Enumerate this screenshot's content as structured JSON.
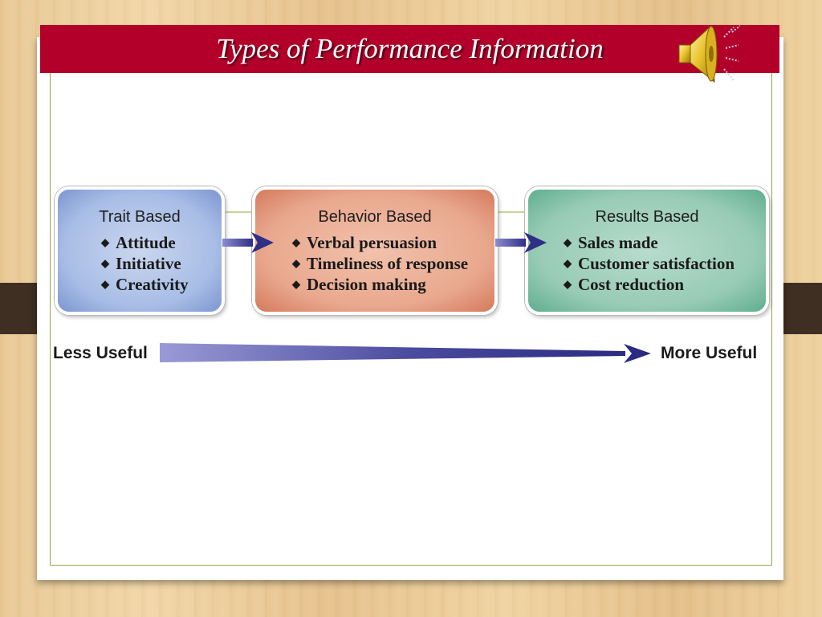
{
  "slide": {
    "title": "Types of  Performance Information"
  },
  "boxes": [
    {
      "title": "Trait Based",
      "items": [
        "Attitude",
        "Initiative",
        "Creativity"
      ],
      "color": "#a8bde6"
    },
    {
      "title": "Behavior Based",
      "items": [
        "Verbal persuasion",
        "Timeliness of response",
        "Decision making"
      ],
      "color": "#e9a88e"
    },
    {
      "title": "Results Based",
      "items": [
        "Sales made",
        "Customer satisfaction",
        "Cost reduction"
      ],
      "color": "#98cbb6"
    }
  ],
  "scale": {
    "left_label": "Less Useful",
    "right_label": "More Useful"
  },
  "colors": {
    "title_bar": "#b3002a",
    "arrow": "#3b3a8a"
  },
  "icons": {
    "speaker": "speaker-icon",
    "bullet": "diamond-bullet-icon"
  }
}
